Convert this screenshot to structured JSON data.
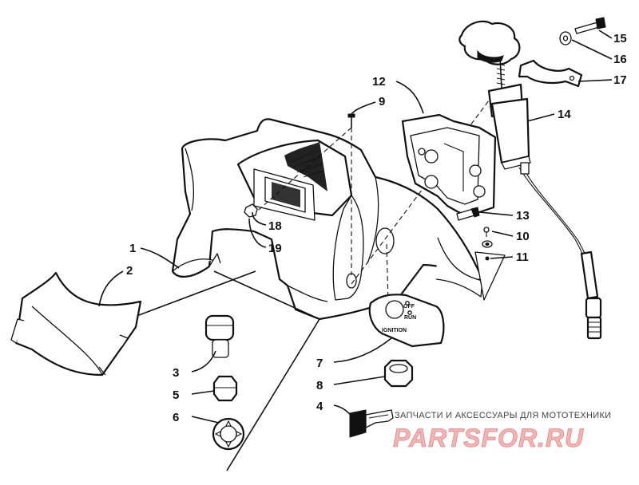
{
  "callouts": [
    {
      "id": "1",
      "label": "1"
    },
    {
      "id": "2",
      "label": "2"
    },
    {
      "id": "3",
      "label": "3"
    },
    {
      "id": "4",
      "label": "4"
    },
    {
      "id": "5",
      "label": "5"
    },
    {
      "id": "6",
      "label": "6"
    },
    {
      "id": "7",
      "label": "7"
    },
    {
      "id": "8",
      "label": "8"
    },
    {
      "id": "9",
      "label": "9"
    },
    {
      "id": "10",
      "label": "10"
    },
    {
      "id": "11",
      "label": "11"
    },
    {
      "id": "12",
      "label": "12"
    },
    {
      "id": "13",
      "label": "13"
    },
    {
      "id": "14",
      "label": "14"
    },
    {
      "id": "15",
      "label": "15"
    },
    {
      "id": "16",
      "label": "16"
    },
    {
      "id": "17",
      "label": "17"
    },
    {
      "id": "18",
      "label": "18"
    },
    {
      "id": "19",
      "label": "19"
    }
  ],
  "ignition_switch": {
    "off": "OFF",
    "run": "RUN",
    "ignition": "IGNITION"
  },
  "watermark": {
    "caption": "ЗАПЧАСТИ И АКСЕССУАРЫ ДЛЯ МОТОТЕХНИКИ",
    "logo": "PARTSFOR.RU"
  }
}
